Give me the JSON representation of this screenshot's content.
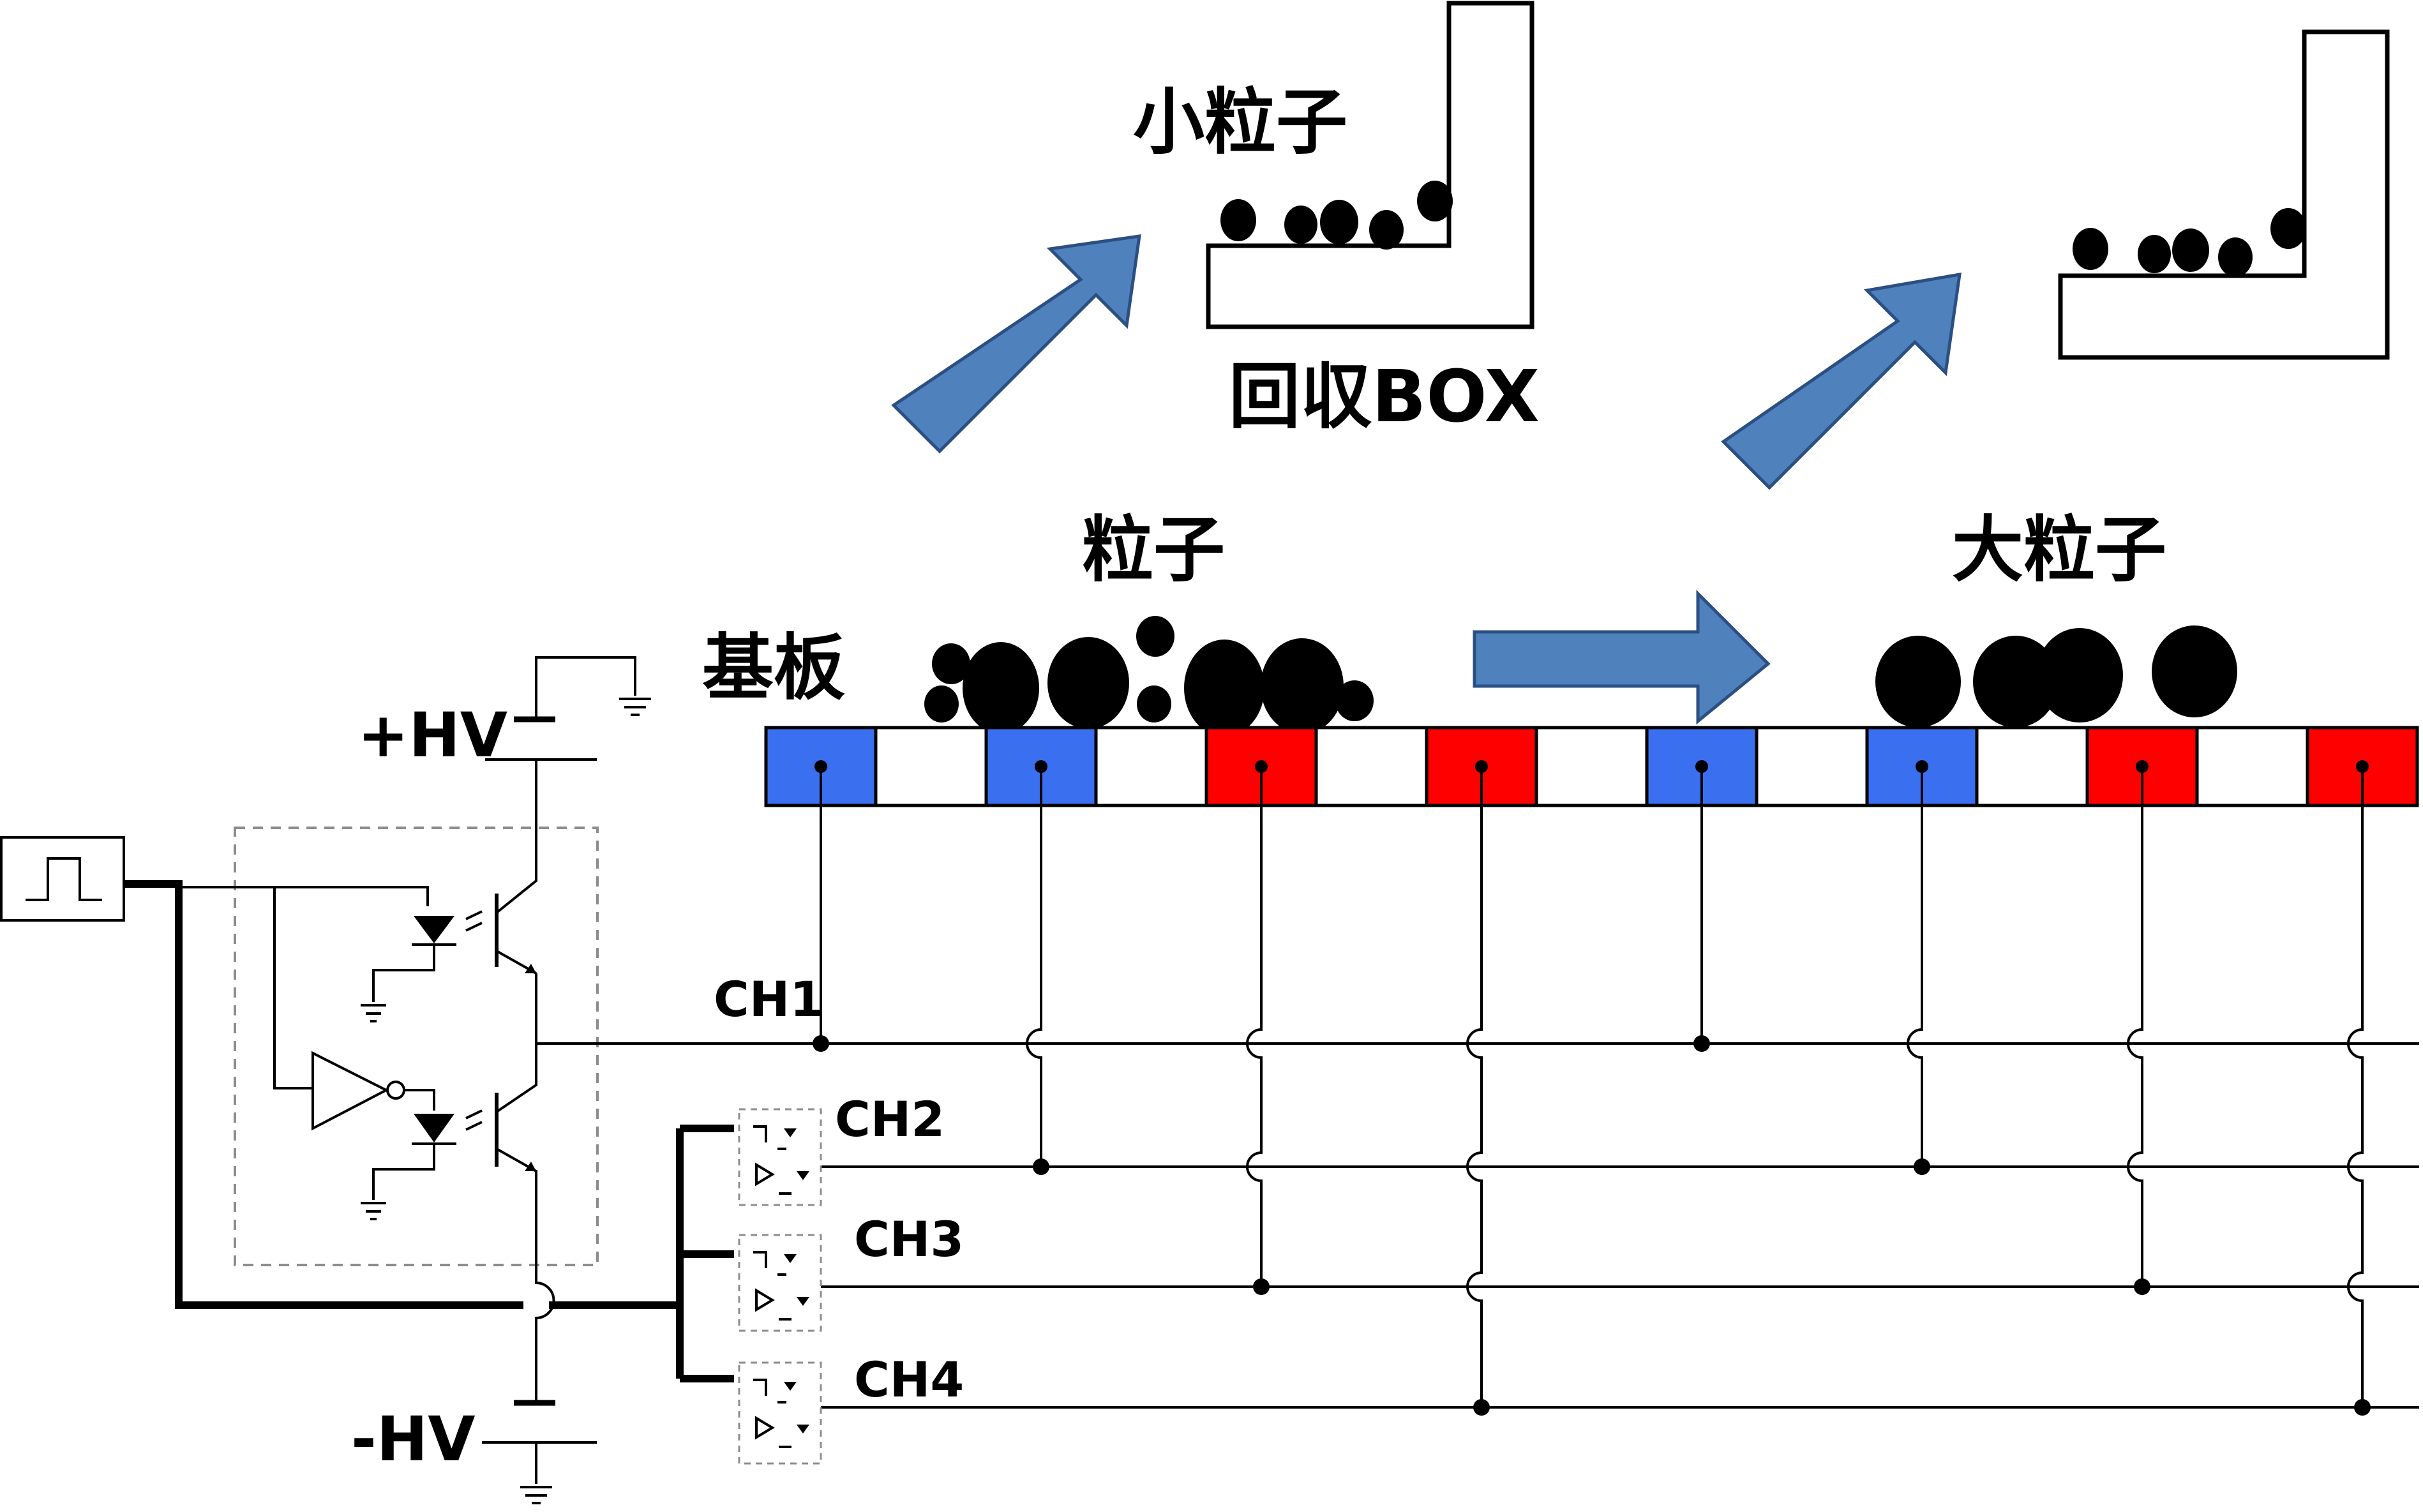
{
  "labels": {
    "small_particles": "小粒子",
    "collection_box": "回収BOX",
    "particles": "粒子",
    "large_particles": "大粒子",
    "substrate": "基板",
    "plus_hv": "+HV",
    "minus_hv": "-HV",
    "ch1": "CH1",
    "ch2": "CH2",
    "ch3": "CH3",
    "ch4": "CH4"
  },
  "colors": {
    "plus_hv": "#ff0000",
    "minus_hv": "#1e3cff",
    "electrode_blue": "#3a6ff0",
    "electrode_red": "#ff0000",
    "arrow_fill": "#4f81bd",
    "arrow_stroke": "#2b4f82"
  },
  "electrode_pattern": [
    "blue",
    "blue",
    "red",
    "red",
    "blue",
    "blue",
    "red",
    "red"
  ],
  "electrode_channels": [
    "CH1",
    "CH2",
    "CH3",
    "CH4",
    "CH1",
    "CH2",
    "CH3",
    "CH4"
  ]
}
